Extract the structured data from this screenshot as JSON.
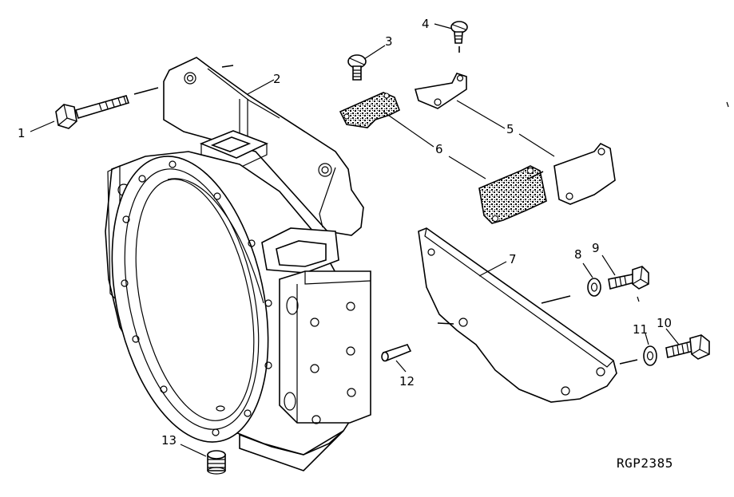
{
  "diagram": {
    "reference_code": "RGP2385",
    "callouts": [
      {
        "id": "1",
        "label": "1"
      },
      {
        "id": "2",
        "label": "2"
      },
      {
        "id": "3",
        "label": "3"
      },
      {
        "id": "4",
        "label": "4"
      },
      {
        "id": "5",
        "label": "5"
      },
      {
        "id": "6",
        "label": "6"
      },
      {
        "id": "7",
        "label": "7"
      },
      {
        "id": "8",
        "label": "8"
      },
      {
        "id": "9",
        "label": "9"
      },
      {
        "id": "10",
        "label": "10"
      },
      {
        "id": "11",
        "label": "11"
      },
      {
        "id": "12",
        "label": "12"
      },
      {
        "id": "13",
        "label": "13"
      }
    ]
  }
}
